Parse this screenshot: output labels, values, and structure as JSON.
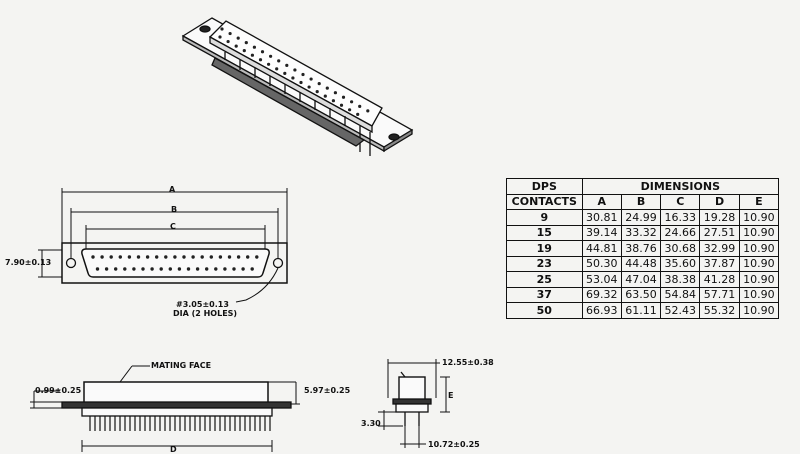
{
  "labels": {
    "dim_a": "A",
    "dim_b": "B",
    "dim_c": "C",
    "dim_d": "D",
    "dim_e": "E",
    "height_front": "7.90±0.13",
    "hole_dia_line1": "#3.05±0.13",
    "hole_dia_line2": "DIA (2 HOLES)",
    "mating_face": "MATING FACE",
    "flange_thickness": "0.99±0.25",
    "body_height": "5.97±0.25",
    "side_width": "12.55±0.38",
    "pin_length": "3.30",
    "pin_spacing": "10.72±0.25"
  },
  "table": {
    "header_col1": "DPS",
    "header_group": "DIMENSIONS",
    "subheader_col1": "CONTACTS",
    "columns": [
      "A",
      "B",
      "C",
      "D",
      "E"
    ],
    "rows": [
      {
        "contacts": "9",
        "values": [
          "30.81",
          "24.99",
          "16.33",
          "19.28",
          "10.90"
        ]
      },
      {
        "contacts": "15",
        "values": [
          "39.14",
          "33.32",
          "24.66",
          "27.51",
          "10.90"
        ]
      },
      {
        "contacts": "19",
        "values": [
          "44.81",
          "38.76",
          "30.68",
          "32.99",
          "10.90"
        ]
      },
      {
        "contacts": "23",
        "values": [
          "50.30",
          "44.48",
          "35.60",
          "37.87",
          "10.90"
        ]
      },
      {
        "contacts": "25",
        "values": [
          "53.04",
          "47.04",
          "38.38",
          "41.28",
          "10.90"
        ]
      },
      {
        "contacts": "37",
        "values": [
          "69.32",
          "63.50",
          "54.84",
          "57.71",
          "10.90"
        ]
      },
      {
        "contacts": "50",
        "values": [
          "66.93",
          "61.11",
          "52.43",
          "55.32",
          "10.90"
        ]
      }
    ]
  }
}
